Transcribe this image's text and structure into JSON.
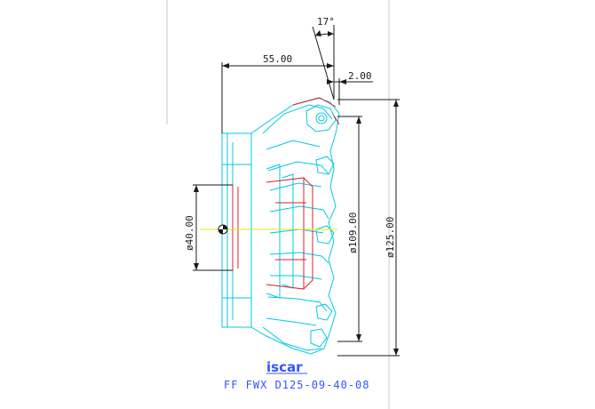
{
  "dimensions": {
    "angle": "17°",
    "length": "55.00",
    "offset": "2.00",
    "bore": "ø40.00",
    "inner_diameter": "ø109.00",
    "outer_diameter": "ø125.00"
  },
  "logo": "iscar",
  "caption": "FF FWX D125-09-40-08",
  "colors": {
    "dimension_lines": "#1a1a1a",
    "part_outline": "#00c8e6",
    "hidden_lines": "#e0202a",
    "centerline": "#e8e800",
    "caption": "#3355ff",
    "sheet_border": "#c8c8c8"
  }
}
